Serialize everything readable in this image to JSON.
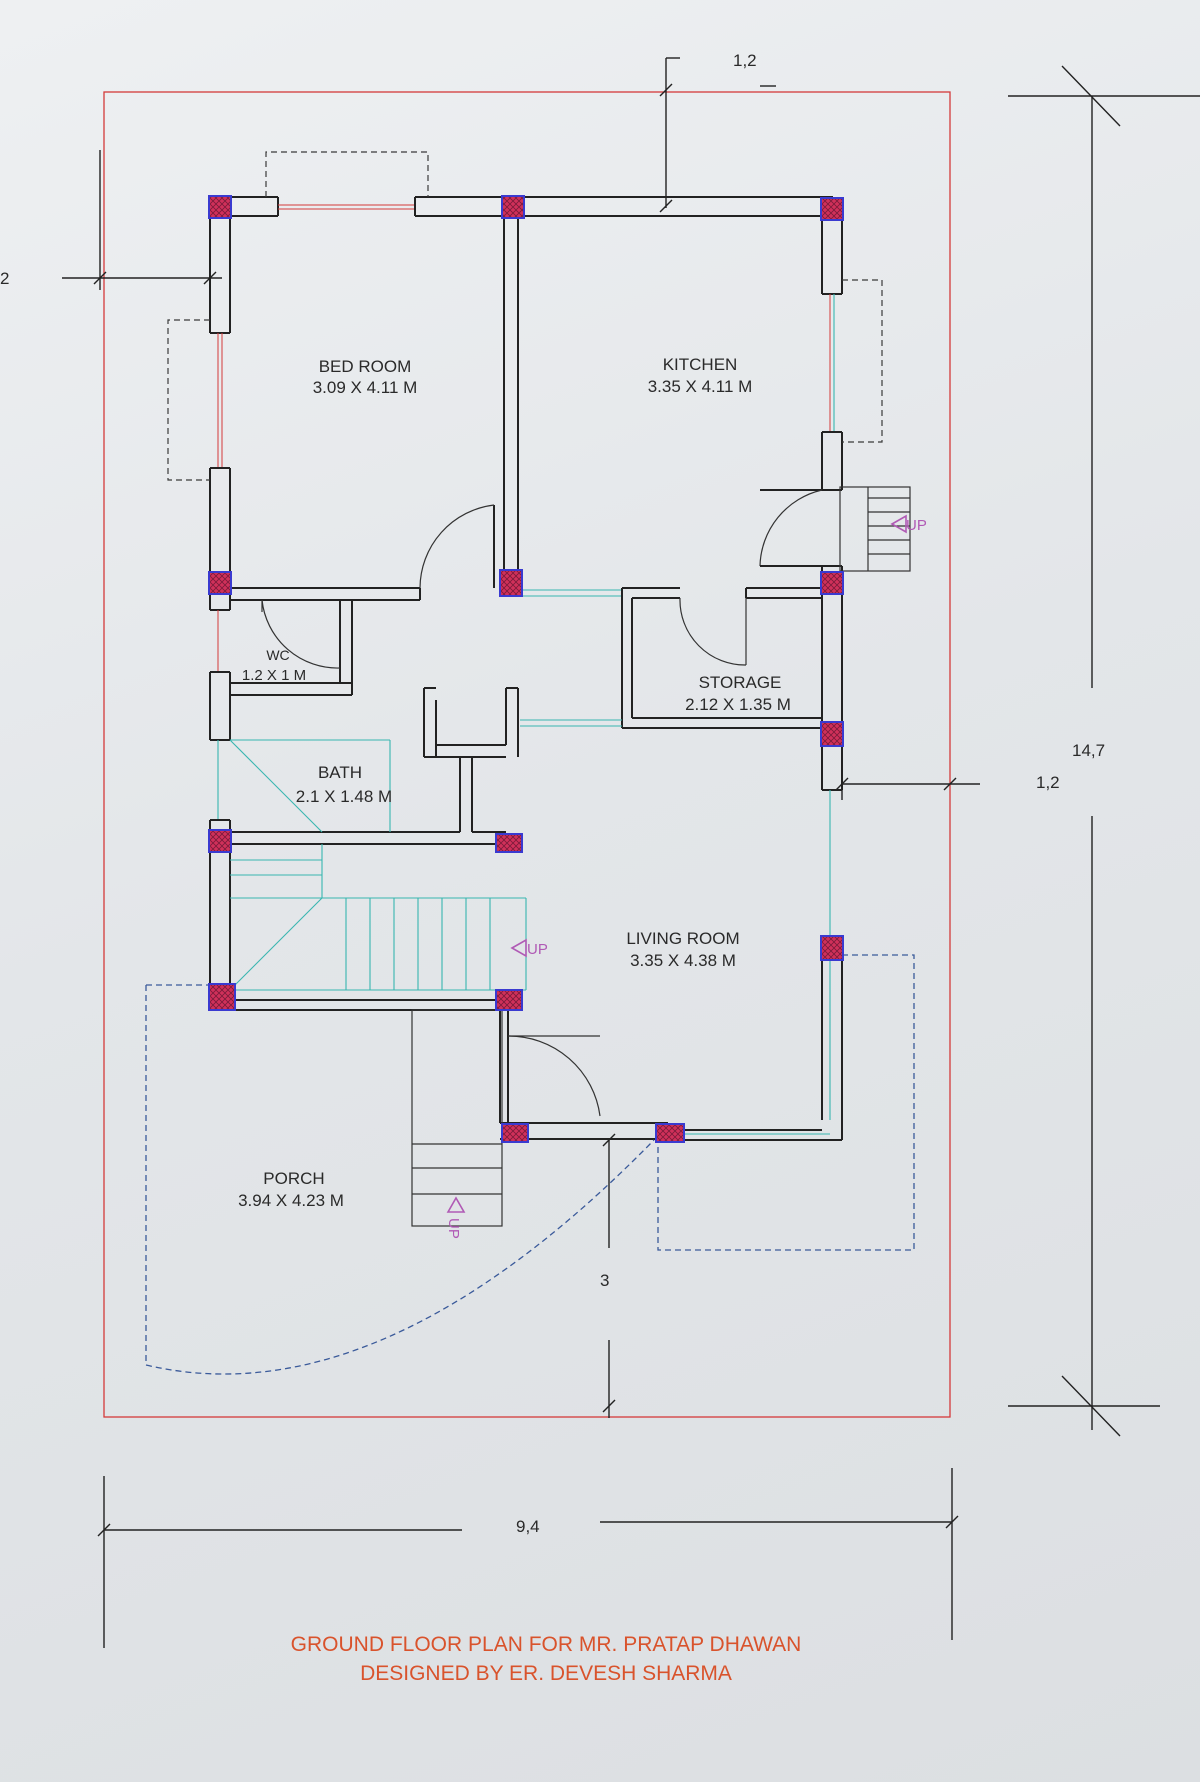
{
  "rooms": {
    "bedroom": {
      "name": "BED ROOM",
      "size": "3.09 X 4.11 M"
    },
    "kitchen": {
      "name": "KITCHEN",
      "size": "3.35 X 4.11 M"
    },
    "wc": {
      "name": "WC",
      "size": "1.2 X 1 M"
    },
    "storage": {
      "name": "STORAGE",
      "size": "2.12 X 1.35 M"
    },
    "bath": {
      "name": "BATH",
      "size": "2.1 X 1.48 M"
    },
    "living": {
      "name": "LIVING ROOM",
      "size": "3.35 X 4.38 M"
    },
    "porch": {
      "name": "PORCH",
      "size": "3.94 X 4.23 M"
    }
  },
  "stairs": {
    "up_label": "UP"
  },
  "dimensions": {
    "top_setback": "1,2",
    "left_setback": "2",
    "overall_length": "14,7",
    "right_setback": "1,2",
    "front_setback": "3",
    "overall_width": "9,4"
  },
  "title_block": {
    "line1": "GROUND FLOOR PLAN  FOR MR. PRATAP DHAWAN",
    "line2": "DESIGNED BY ER. DEVESH SHARMA"
  },
  "colors": {
    "walls": "#222222",
    "plot_boundary": "#d43a3a",
    "column_fill": "#d0305a",
    "column_border": "#3a3ad0",
    "stairs": "#38b6b0",
    "title_text": "#d9532c",
    "up_marker": "#b05ab5"
  }
}
